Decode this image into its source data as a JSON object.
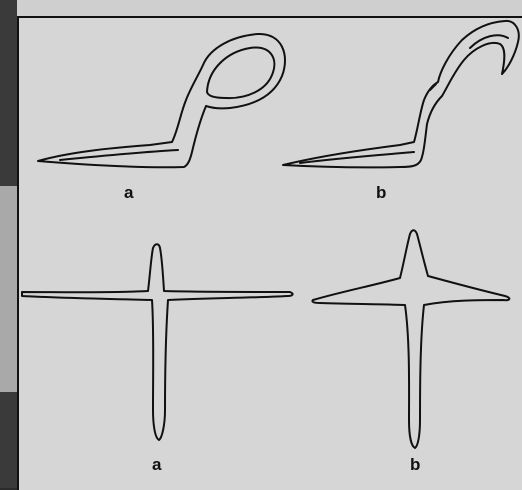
{
  "labels": {
    "top_a": "a",
    "top_b": "b",
    "bottom_a": "a",
    "bottom_b": "b"
  },
  "colors": {
    "paper": "#d6d6d6",
    "ink": "#111111",
    "border": "#111111"
  }
}
